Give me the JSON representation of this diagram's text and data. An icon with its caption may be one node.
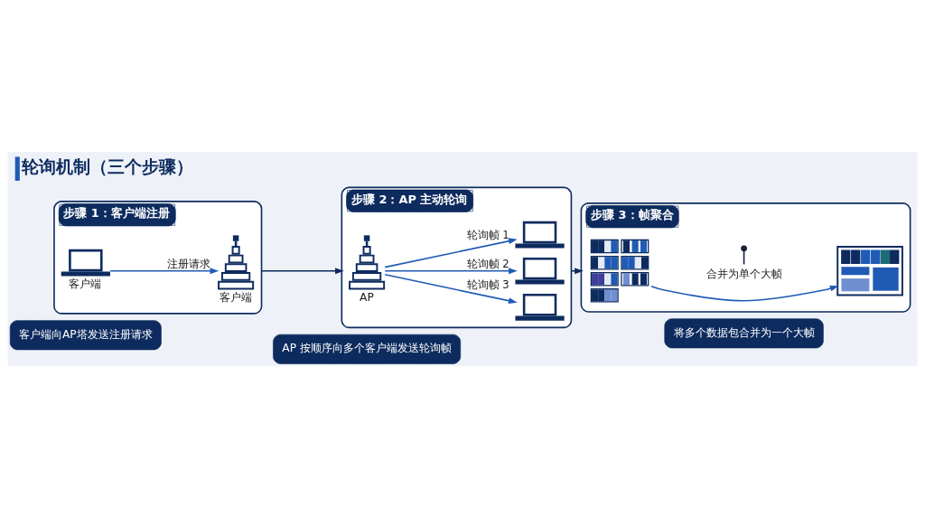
{
  "diagram": {
    "title": "轮询机制（三个步骤）",
    "nodes": [
      {
        "text": [
          "步骤 1：客户端注册"
        ]
      },
      {
        "text": [
          "客户端"
        ],
        "in": 0
      },
      {
        "text": [
          "客户端"
        ],
        "in": 0
      },
      {
        "text": [
          "步骤 2：AP 主动轮询"
        ]
      },
      {
        "text": [
          "AP"
        ],
        "in": 3
      },
      {
        "text": [],
        "shape": "picture",
        "in": 3
      },
      {
        "text": [],
        "shape": "picture",
        "in": 3
      },
      {
        "text": [],
        "shape": "picture",
        "in": 3
      },
      {
        "text": [
          "步骤 3：帧聚合"
        ]
      },
      {
        "text": [],
        "shape": "picture",
        "in": 8
      },
      {
        "text": [],
        "shape": "picture",
        "in": 8
      },
      {
        "text": [
          "合并为单个大帧"
        ],
        "in": 8
      },
      {
        "text": [
          "客户端向AP塔发送注册请求"
        ]
      },
      {
        "text": [
          "AP 按顺序向多个客户端发送轮询帧"
        ]
      },
      {
        "text": [
          "将多个数据包合并为一个大帧"
        ]
      }
    ],
    "edges": [
      {
        "from": 1,
        "to": 2,
        "arrow": "to",
        "label": "注册请求"
      },
      {
        "from": 4,
        "to": 5,
        "arrow": "to",
        "label": "轮询帧 1"
      },
      {
        "from": 4,
        "to": 6,
        "arrow": "to",
        "label": "轮询帧 2"
      },
      {
        "from": 4,
        "to": 7,
        "arrow": "to",
        "label": "轮询帧 3"
      },
      {
        "from": 9,
        "to": 10,
        "arrow": "to"
      },
      {
        "from": 11,
        "to": null,
        "arrow": "other",
        "color": "#1a2233"
      },
      {
        "from": 0,
        "to": 3,
        "arrow": "to",
        "color": "#0d2b5e"
      },
      {
        "from": 3,
        "to": 8,
        "arrow": "to",
        "color": "#0d2b5e"
      }
    ]
  }
}
